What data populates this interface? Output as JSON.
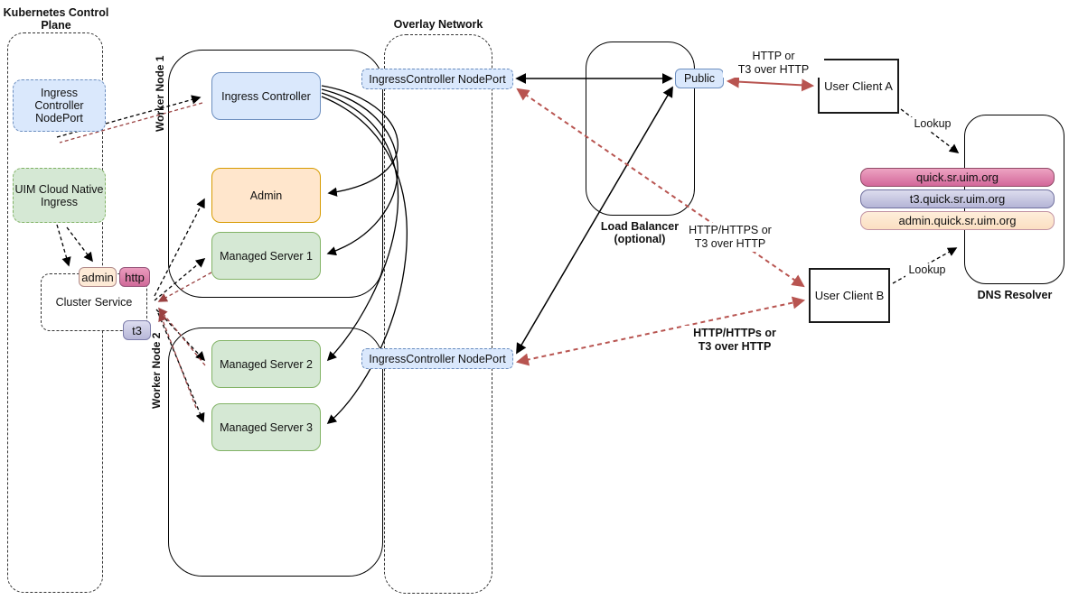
{
  "diagram": {
    "control_plane": {
      "title": "Kubernetes Control\nPlane",
      "ingress_controller_nodeport": "Ingress\nController\nNodePort",
      "uim_cloud_native_ingress": "UIM Cloud Native\nIngress"
    },
    "cluster_service": {
      "label": "Cluster Service",
      "ports": {
        "admin": "admin",
        "http": "http",
        "t3": "t3"
      }
    },
    "worker_node_1": {
      "title": "Worker Node 1",
      "ingress_controller": "Ingress Controller",
      "admin": "Admin",
      "managed_server_1": "Managed Server 1"
    },
    "worker_node_2": {
      "title": "Worker Node 2",
      "managed_server_2": "Managed Server 2",
      "managed_server_3": "Managed Server 3"
    },
    "overlay_network": {
      "title": "Overlay Network",
      "nodeport_top": "IngressController NodePort",
      "nodeport_bottom": "IngressController NodePort"
    },
    "load_balancer": {
      "title": "Load Balancer\n(optional)",
      "public": "Public"
    },
    "clients": {
      "a": "User Client A",
      "b": "User Client B"
    },
    "dns": {
      "title": "DNS Resolver",
      "records": [
        "quick.sr.uim.org",
        "t3.quick.sr.uim.org",
        "admin.quick.sr.uim.org"
      ]
    },
    "edge_labels": {
      "public_client_a": "HTTP or\nT3 over HTTP",
      "lb_client_b": "HTTP/HTTPS or\nT3 over HTTP",
      "nodeport_client_b": "HTTP/HTTPs or\nT3 over HTTP",
      "lookup_a": "Lookup",
      "lookup_b": "Lookup"
    }
  },
  "colors": {
    "node_blue": "#dae8fc",
    "node_blue_border": "#6c8ebf",
    "node_green": "#d5e8d4",
    "node_green_border": "#82b366",
    "node_orange": "#ffe6cc",
    "node_orange_border": "#d79b00",
    "tag_pink": "#d06a99",
    "tag_lavender": "#b7b7d8",
    "tag_peach": "#fdead6",
    "arrow_red": "#b85450",
    "arrow_dark_red": "#9a4242",
    "arrow_black": "#000000"
  }
}
